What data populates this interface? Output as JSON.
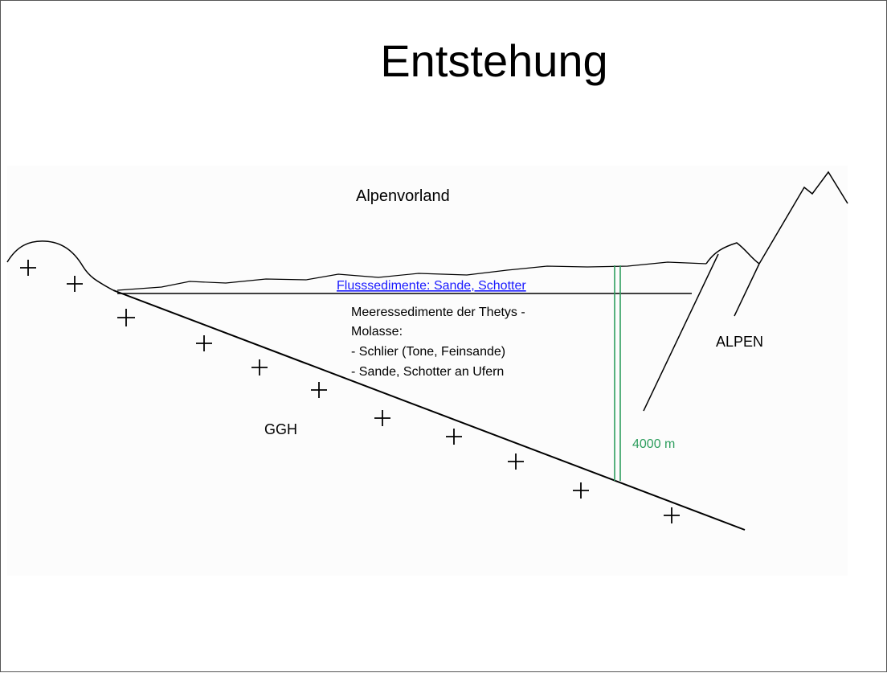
{
  "slide": {
    "title": "Entstehung"
  },
  "diagram": {
    "region_label": "Alpenvorland",
    "river_sediments_label": "Flusssedimente: Sande, Schotter",
    "marine_sediments": {
      "heading": "Meeressedimente der Thetys -",
      "sub": "Molasse:",
      "item1": "- Schlier (Tone, Feinsande)",
      "item2": "- Sande, Schotter an Ufern"
    },
    "basement_label": "GGH",
    "mountains_label": "ALPEN",
    "depth_label": "4000 m",
    "colors": {
      "river_text": "#1a1aff",
      "depth_marker": "#2e9e5e",
      "lines": "#000000"
    }
  }
}
